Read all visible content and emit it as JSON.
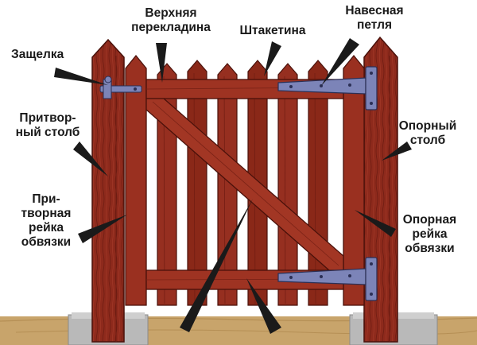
{
  "labels": {
    "latch": "Защелка",
    "top_rail": "Верхняя\nперекладина",
    "picket": "Штакетина",
    "hinge": "Навесная\nпетля",
    "latch_post": "Притвор-\nный столб",
    "hinge_post": "Опорный\nстолб",
    "latch_stile": "При-\nтворная\nрейка\nобвязки",
    "hinge_stile": "Опорная\nрейка\nобвязки"
  },
  "icons": {
    "hinge": "strap-hinge-icon",
    "latch": "latch-icon"
  },
  "colors": {
    "wood": "#8e2a1c",
    "wood_dark": "#5e160d",
    "wood_light": "#a83b2a",
    "metal": "#7c84b8",
    "ground": "#c8a46b",
    "stone": "#b9b9b9"
  }
}
